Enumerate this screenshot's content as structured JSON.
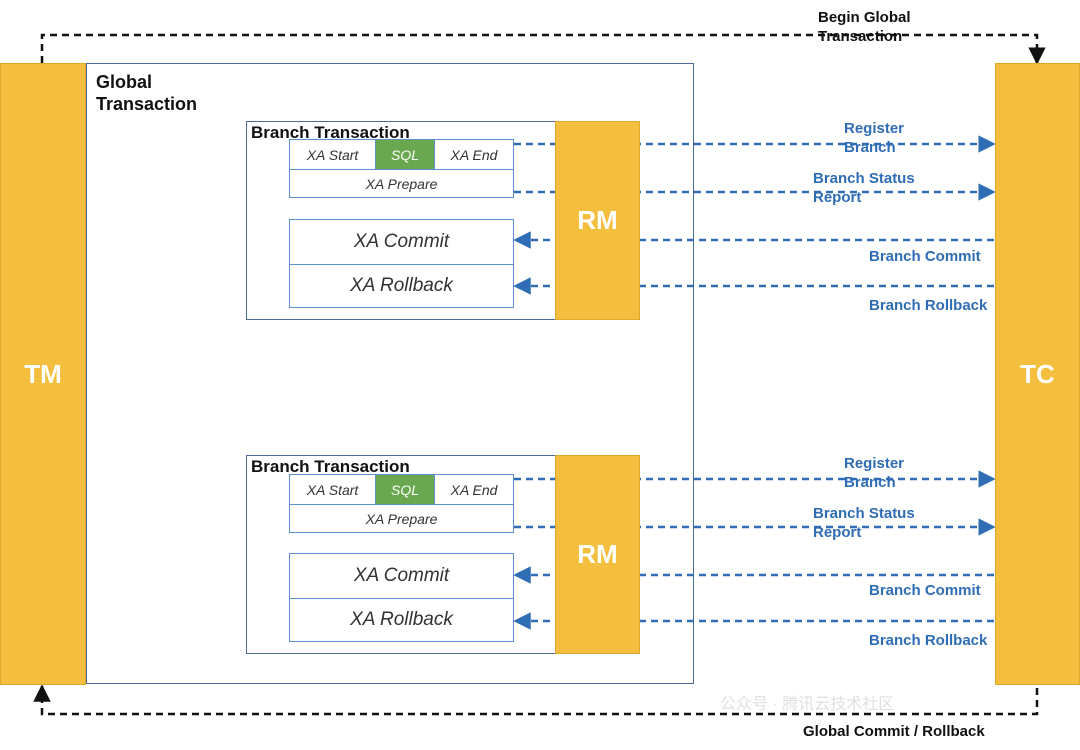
{
  "participants": {
    "tm": "TM",
    "tc": "TC"
  },
  "global": {
    "title_line1": "Global",
    "title_line2": "Transaction",
    "begin_line1": "Begin Global",
    "begin_line2": "Transaction",
    "commit_rollback": "Global Commit / Rollback"
  },
  "branches": [
    {
      "title": "Branch Transaction",
      "rm": "RM",
      "xa_start": "XA Start",
      "sql": "SQL",
      "xa_end": "XA End",
      "xa_prepare": "XA Prepare",
      "xa_commit": "XA Commit",
      "xa_rollback": "XA Rollback",
      "msg_register_1": "Register",
      "msg_register_2": "Branch",
      "msg_status_1": "Branch Status",
      "msg_status_2": "Report",
      "msg_commit": "Branch Commit",
      "msg_rollback": "Branch Rollback"
    },
    {
      "title": "Branch Transaction",
      "rm": "RM",
      "xa_start": "XA Start",
      "sql": "SQL",
      "xa_end": "XA End",
      "xa_prepare": "XA Prepare",
      "xa_commit": "XA Commit",
      "xa_rollback": "XA Rollback",
      "msg_register_1": "Register",
      "msg_register_2": "Branch",
      "msg_status_1": "Branch Status",
      "msg_status_2": "Report",
      "msg_commit": "Branch Commit",
      "msg_rollback": "Branch Rollback"
    }
  ],
  "watermark": "公众号 · 腾讯云技术社区",
  "colors": {
    "bar_fill": "#f4bf3e",
    "arrow_blue": "#2f6db5",
    "sql_green": "#6aa84f",
    "frame_border": "#4a6a9c",
    "cell_border": "#5b8fd0"
  }
}
